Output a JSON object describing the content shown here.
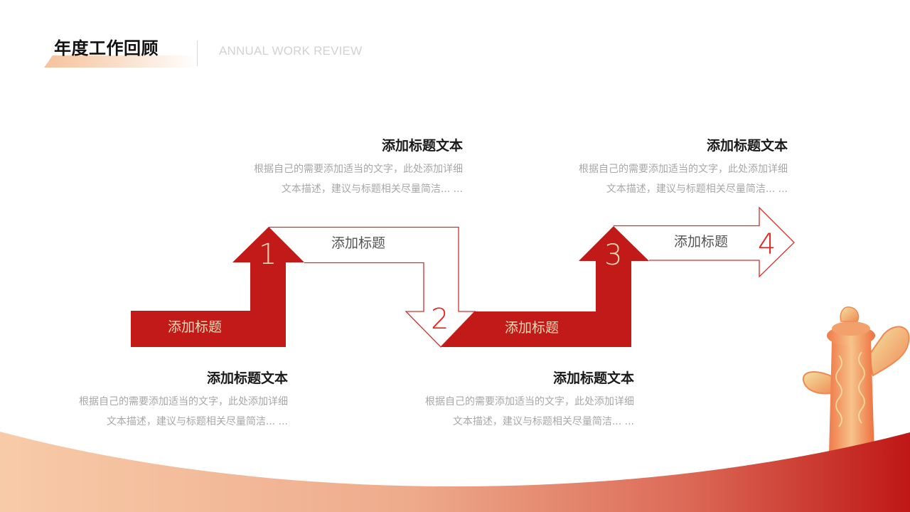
{
  "header": {
    "title": "年度工作回顾",
    "subtitle": "ANNUAL WORK REVIEW"
  },
  "colors": {
    "primary_red": "#c21a18",
    "outline_red": "#d0302e",
    "number_red": "#e8231f",
    "cream_text": "#f6d9b8",
    "wave_left": "#f8cba8",
    "wave_right": "#bf1716"
  },
  "steps": [
    {
      "number": "1",
      "label": "添加标题",
      "style": "filled"
    },
    {
      "number": "2",
      "label": "添加标题",
      "style": "outline"
    },
    {
      "number": "3",
      "label": "添加标题",
      "style": "filled"
    },
    {
      "number": "4",
      "label": "添加标题",
      "style": "outline"
    }
  ],
  "blocks": [
    {
      "heading": "添加标题文本",
      "line1": "根据自己的需要添加适当的文字，此处添加详细",
      "line2": "文本描述，建议与标题相关尽量简洁... ..."
    },
    {
      "heading": "添加标题文本",
      "line1": "根据自己的需要添加适当的文字，此处添加详细",
      "line2": "文本描述，建议与标题相关尽量简洁... ..."
    },
    {
      "heading": "添加标题文本",
      "line1": "根据自己的需要添加适当的文字，此处添加详细",
      "line2": "文本描述，建议与标题相关尽量简洁... ..."
    },
    {
      "heading": "添加标题文本",
      "line1": "根据自己的需要添加适当的文字，此处添加详细",
      "line2": "文本描述，建议与标题相关尽量简洁... ..."
    }
  ],
  "decoration": {
    "column_icon": "huabiao-column-icon"
  }
}
